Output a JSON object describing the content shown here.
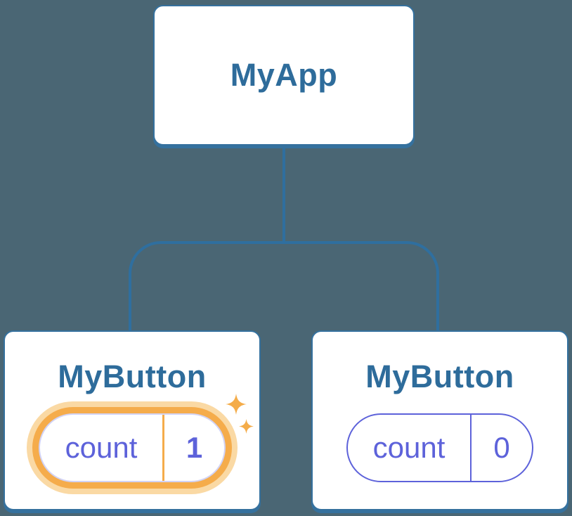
{
  "diagram_description": "Component tree diagram with a root app node and two button child nodes holding independent state",
  "tree": {
    "root": {
      "label": "MyApp"
    },
    "children": [
      {
        "label": "MyButton",
        "state": {
          "name": "count",
          "value": "1"
        },
        "highlighted": true,
        "decoration": "sparkles-icon"
      },
      {
        "label": "MyButton",
        "state": {
          "name": "count",
          "value": "0"
        },
        "highlighted": false
      }
    ]
  },
  "colors": {
    "background": "#4A6674",
    "node_border": "#35719E",
    "node_text": "#2E6C9B",
    "connector": "#2F6F9F",
    "state_purple": "#5D62DA",
    "highlight_orange": "#F5AC4B",
    "highlight_halo": "#FAD9A4",
    "sparkle": "#F4AC49"
  }
}
